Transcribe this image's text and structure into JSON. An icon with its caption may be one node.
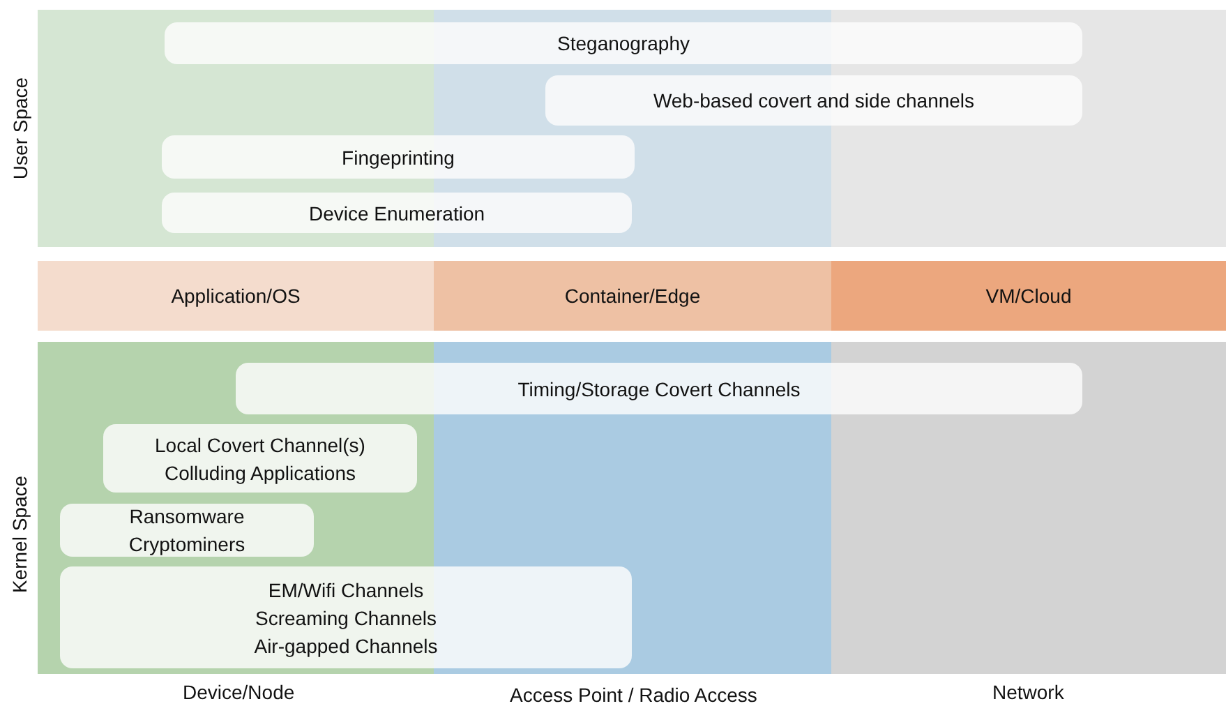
{
  "diagram": {
    "nodes": [
      {
        "text": [
          "Steganography"
        ]
      },
      {
        "text": [
          "Web-based covert and side channels"
        ]
      },
      {
        "text": [
          "Fingeprinting"
        ]
      },
      {
        "text": [
          "Device Enumeration"
        ]
      },
      {
        "text": [
          "Application/OS"
        ]
      },
      {
        "text": [
          "Container/Edge"
        ]
      },
      {
        "text": [
          "VM/Cloud"
        ]
      },
      {
        "text": [
          "Timing/Storage Covert Channels"
        ]
      },
      {
        "text": [
          "Local Covert Channel(s)",
          "Colluding Applications"
        ]
      },
      {
        "text": [
          "Ransomware",
          "Cryptominers"
        ]
      },
      {
        "text": [
          "EM/Wifi Channels",
          "Screaming Channels",
          "Air-gapped Channels"
        ]
      }
    ],
    "labels": [
      "User Space",
      "Kernel Space",
      "Device/Node",
      "Access Point / Radio Access",
      "Network"
    ]
  }
}
